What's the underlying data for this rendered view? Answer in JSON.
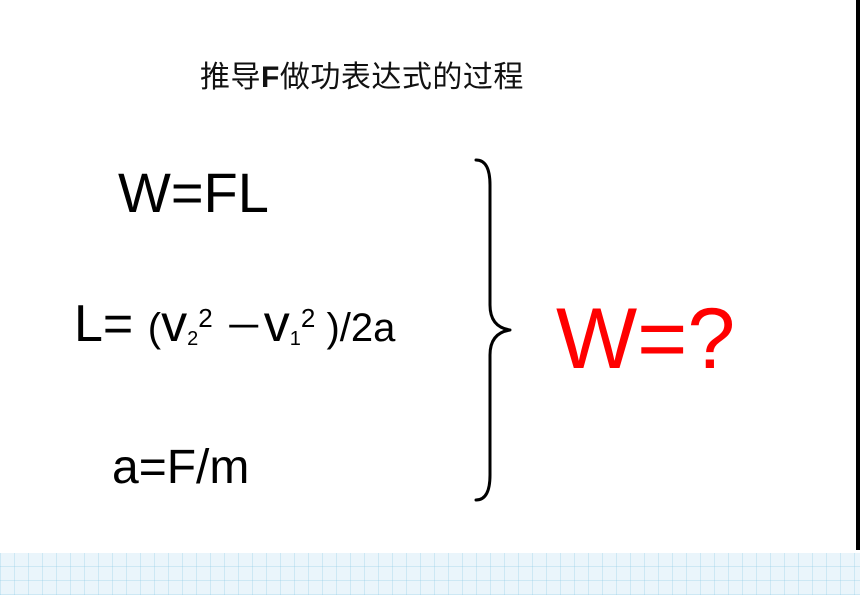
{
  "title": {
    "prefix": "推导",
    "bold": "F",
    "suffix": "做功表达式的过程"
  },
  "equations": {
    "work": "W=FL",
    "distance": {
      "lhs": "L= ",
      "open": "(",
      "v2": "v",
      "v2_sub": "2",
      "v2_sup": "2",
      "minus": " －",
      "v1": "v",
      "v1_sub": "1",
      "v1_sup": "2",
      "close": " )/",
      "denom": "2a"
    },
    "acceleration": "a=F/m"
  },
  "answer": "W=?",
  "colors": {
    "answer": "#ff0000",
    "text": "#000000",
    "footer": "#eaf5fb"
  }
}
